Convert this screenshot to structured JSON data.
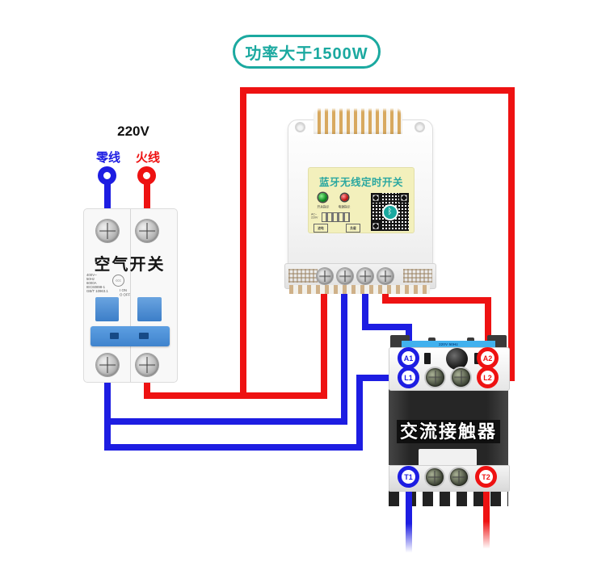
{
  "colors": {
    "teal": "#1ba9a0",
    "blue": "#1d1de2",
    "red": "#ee1212",
    "label-yellow": "#f3f0bc",
    "toggle-blue": "#4a90d8",
    "strip-blue": "#41b1ee"
  },
  "banner": {
    "label": "功率大于1500W"
  },
  "supply": {
    "voltage": "220V",
    "neutral": "零线",
    "live": "火线"
  },
  "breaker": {
    "name": "空气开关",
    "specs": [
      "400V~",
      "50Hz",
      "6000A",
      "IEC60898-1",
      "GB/T 10963.1"
    ],
    "switch_marks": [
      "Ⅰ ON",
      "O OFF"
    ],
    "ccc": "CCC"
  },
  "timer": {
    "title": "蓝牙无线定时开关",
    "switch_led_label": "开关指示",
    "power_led_label": "电源指示",
    "diagram": {
      "input_voltage": "AC~ 220V",
      "input_label": "进电",
      "load_label": "负载"
    },
    "qr_logo_glyph": "ᛒ"
  },
  "contactor": {
    "rating_strip": "220V 50Hz",
    "name": "交流接触器",
    "terminals": {
      "a1": "A1",
      "a2": "A2",
      "l1": "L1",
      "l2": "L2",
      "t1": "T1",
      "t2": "T2"
    }
  }
}
